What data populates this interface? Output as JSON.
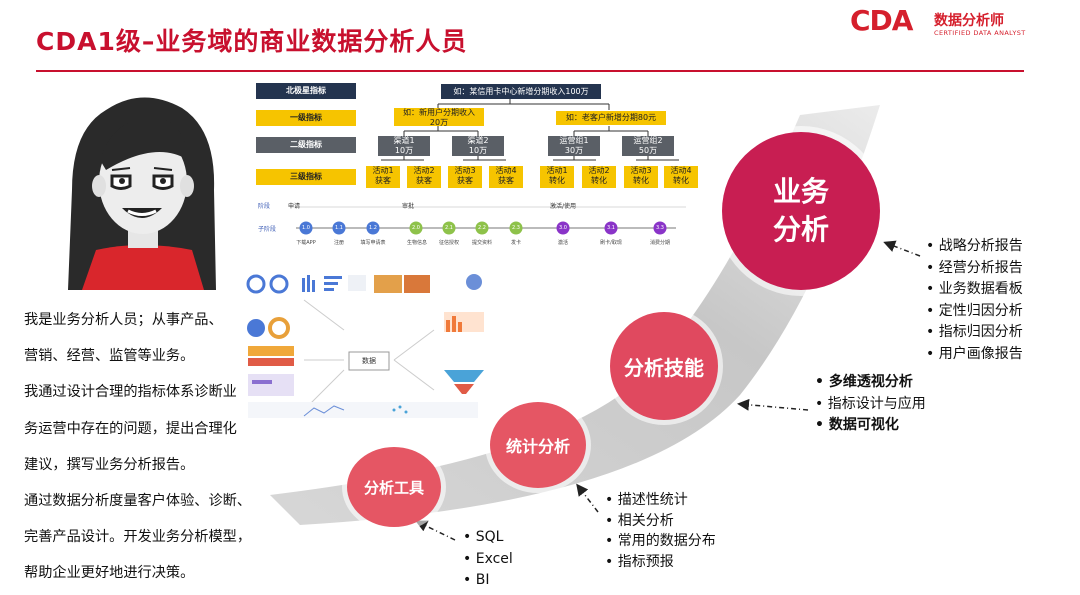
{
  "header": {
    "title": "CDA1级–业务域的商业数据分析人员",
    "logo_main": "CDA",
    "logo_cn": "数据分析师",
    "logo_sub": "CERTIFIED DATA ANALYST"
  },
  "description": [
    "我是业务分析人员；从事产品、",
    "营销、经营、监管等业务。",
    "我通过设计合理的指标体系诊断业",
    "务运营中存在的问题，提出合理化",
    "建议，撰写业务分析报告。",
    "通过数据分析度量客户体验、诊断、",
    "完善产品设计。开发业务分析模型，",
    "帮助企业更好地进行决策。"
  ],
  "metric_tree": {
    "levels": [
      "北极星指标",
      "一级指标",
      "二级指标",
      "三级指标"
    ],
    "north_star": "如：某信用卡中心新增分期收入100万",
    "level1": [
      "如：新用户分期收入",
      "20万",
      "如：老客户新增分期80元"
    ],
    "level2": [
      "渠道1",
      "10万",
      "渠道2",
      "10万",
      "运营组1",
      "30万",
      "运营组2",
      "50万"
    ],
    "level3": [
      "活动1",
      "获客",
      "活动2",
      "获客",
      "活动3",
      "获客",
      "活动4",
      "获客",
      "活动1",
      "转化",
      "活动2",
      "转化",
      "活动3",
      "转化",
      "活动4",
      "转化"
    ]
  },
  "stage_flow": {
    "row_labels": [
      "阶段",
      "子阶段"
    ],
    "stages": [
      "申请",
      "审批",
      "激活/使用"
    ],
    "nodes": [
      "1.0",
      "1.1",
      "1.2",
      "2.0",
      "2.1",
      "2.2",
      "2.3",
      "3.0",
      "3.1",
      "3.3"
    ],
    "node_labels": [
      "下载APP",
      "注册",
      "填写申请表",
      "生物信息",
      "征信授权",
      "提交资料",
      "发卡",
      "激活",
      "刷卡/取现",
      "消费分期"
    ]
  },
  "dashboard": {
    "center_label": "数据"
  },
  "circles": {
    "business": "业务分析",
    "skill": "分析技能",
    "stat": "统计分析",
    "tool": "分析工具"
  },
  "lists": {
    "business": [
      "战略分析报告",
      "经营分析报告",
      "业务数据看板",
      "定性归因分析",
      "指标归因分析",
      "用户画像报告"
    ],
    "skill": [
      "多维透视分析",
      "指标设计与应用",
      "数据可视化"
    ],
    "stat": [
      "描述性统计",
      "相关分析",
      "常用的数据分布",
      "指标预报"
    ],
    "tool": [
      "SQL",
      "Excel",
      "BI"
    ]
  },
  "colors": {
    "brand_red": "#c8102e",
    "circle_dark": "#c81e52",
    "circle_light": "#e55664",
    "level_navy": "#24344f",
    "level_yellow": "#f6c400",
    "level_gray": "#5a5f66"
  }
}
